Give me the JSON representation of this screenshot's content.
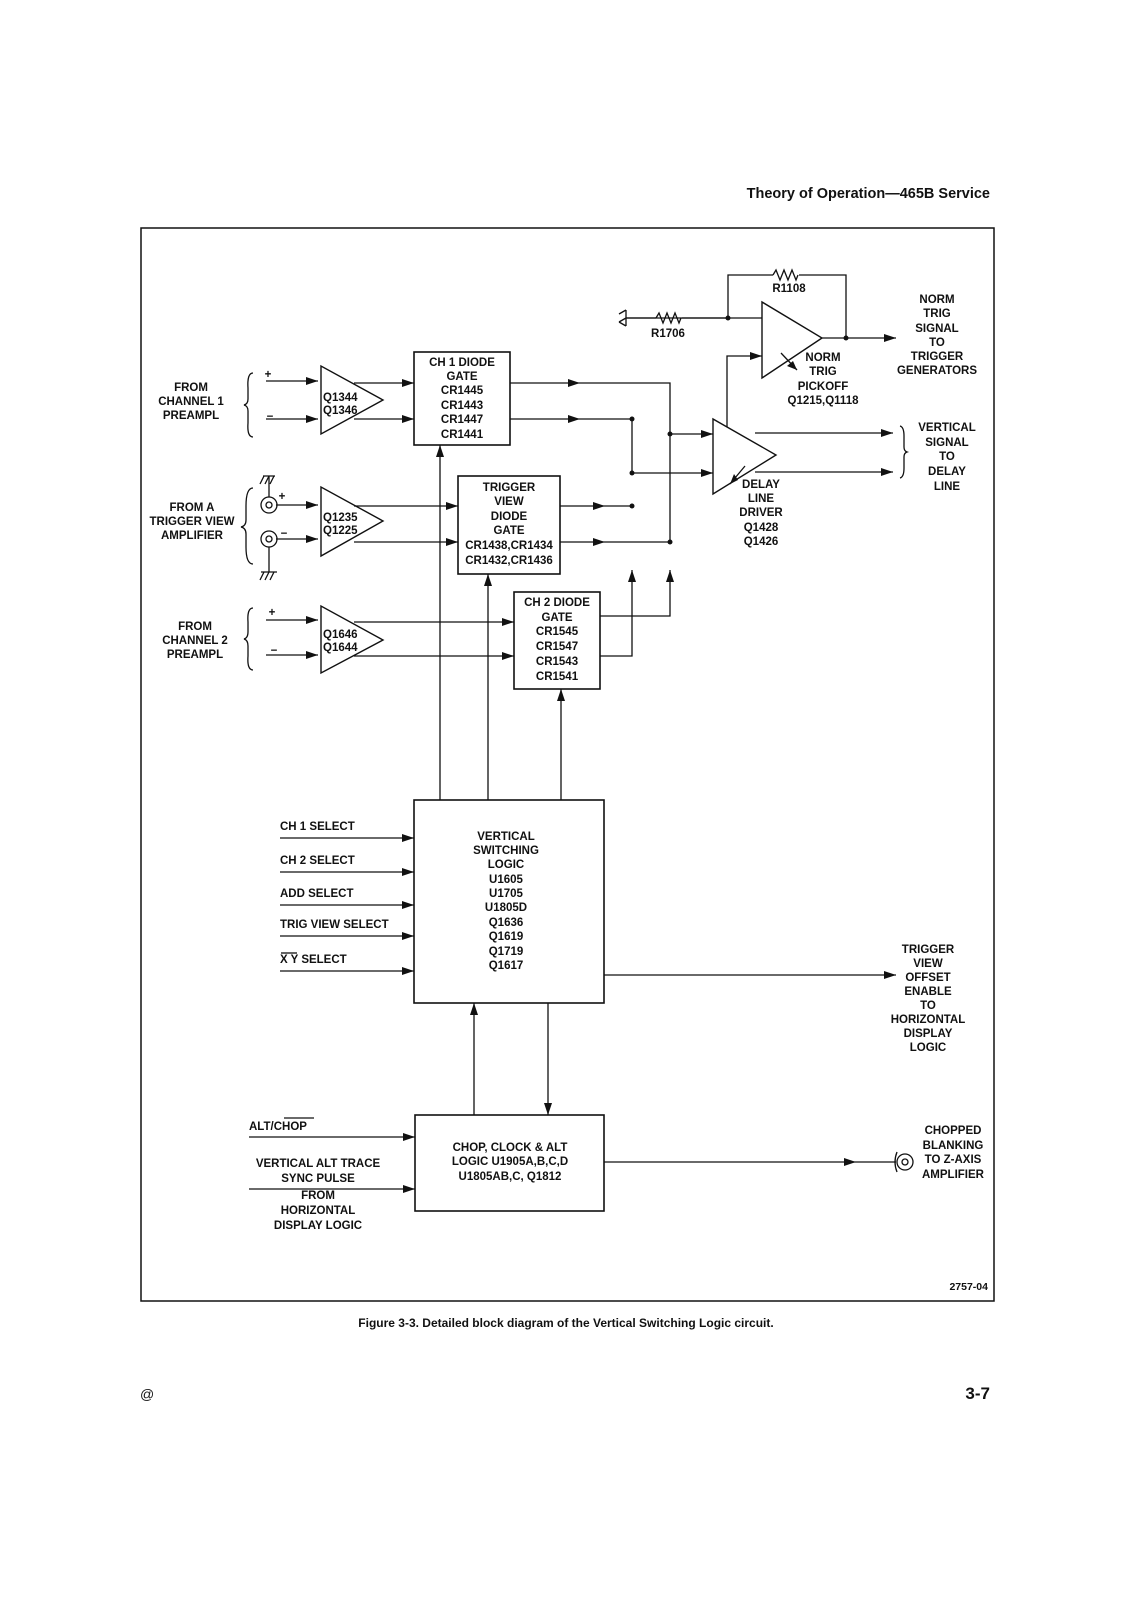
{
  "header": {
    "text": "Theory of Operation—465B Service"
  },
  "caption": {
    "text": "Figure 3-3. Detailed block diagram of the Vertical Switching Logic circuit."
  },
  "page_number": "3-7",
  "copyright_mark": "@",
  "figure_id": "2757-04",
  "inputs": {
    "ch1": [
      "FROM",
      "CHANNEL 1",
      "PREAMPL"
    ],
    "trig_view": [
      "FROM A",
      "TRIGGER VIEW",
      "AMPLIFIER"
    ],
    "ch2": [
      "FROM",
      "CHANNEL 2",
      "PREAMPL"
    ]
  },
  "polarity": {
    "plus": "+",
    "minus": "−"
  },
  "amplifiers": {
    "ch1": [
      "Q1344",
      "Q1346"
    ],
    "trig": [
      "Q1235",
      "Q1225"
    ],
    "ch2": [
      "Q1646",
      "Q1644"
    ]
  },
  "blocks": {
    "ch1_gate": [
      "CH 1 DIODE",
      "GATE",
      "CR1445",
      "CR1443",
      "CR1447",
      "CR1441"
    ],
    "trig_gate": [
      "TRIGGER",
      "VIEW",
      "DIODE",
      "GATE",
      "CR1438,CR1434",
      "CR1432,CR1436"
    ],
    "ch2_gate": [
      "CH 2 DIODE",
      "GATE",
      "CR1545",
      "CR1547",
      "CR1543",
      "CR1541"
    ],
    "vsl": [
      "VERTICAL",
      "SWITCHING",
      "LOGIC",
      "U1605",
      "U1705",
      "U1805D",
      "Q1636",
      "Q1619",
      "Q1719",
      "Q1617"
    ],
    "chop": [
      "CHOP, CLOCK & ALT",
      "LOGIC U1905A,B,C,D",
      "U1805AB,C, Q1812"
    ]
  },
  "resistors": {
    "r1108": "R1108",
    "r1706": "R1706"
  },
  "norm_trig": [
    "NORM",
    "TRIG",
    "PICKOFF",
    "Q1215,Q1118"
  ],
  "delay_driver": [
    "DELAY",
    "LINE",
    "DRIVER",
    "Q1428",
    "Q1426"
  ],
  "outputs": {
    "norm_trig": [
      "NORM",
      "TRIG",
      "SIGNAL",
      "TO",
      "TRIGGER",
      "GENERATORS"
    ],
    "vertical": [
      "VERTICAL",
      "SIGNAL",
      "TO",
      "DELAY",
      "LINE"
    ],
    "trigger_view": [
      "TRIGGER",
      "VIEW",
      "OFFSET",
      "ENABLE",
      "TO",
      "HORIZONTAL",
      "DISPLAY",
      "LOGIC"
    ],
    "chopped": [
      "CHOPPED",
      "BLANKING",
      "TO Z-AXIS",
      "AMPLIFIER"
    ]
  },
  "selects": [
    "CH 1 SELECT",
    "CH 2 SELECT",
    "ADD SELECT",
    "TRIG VIEW SELECT",
    "X Y SELECT"
  ],
  "chop_inputs": {
    "alt_chop": {
      "alt": "ALT/",
      "chop": "CHOP"
    },
    "vert_alt": [
      "VERTICAL ALT TRACE",
      "SYNC PULSE"
    ],
    "from": [
      "FROM",
      "HORIZONTAL",
      "DISPLAY LOGIC"
    ]
  }
}
